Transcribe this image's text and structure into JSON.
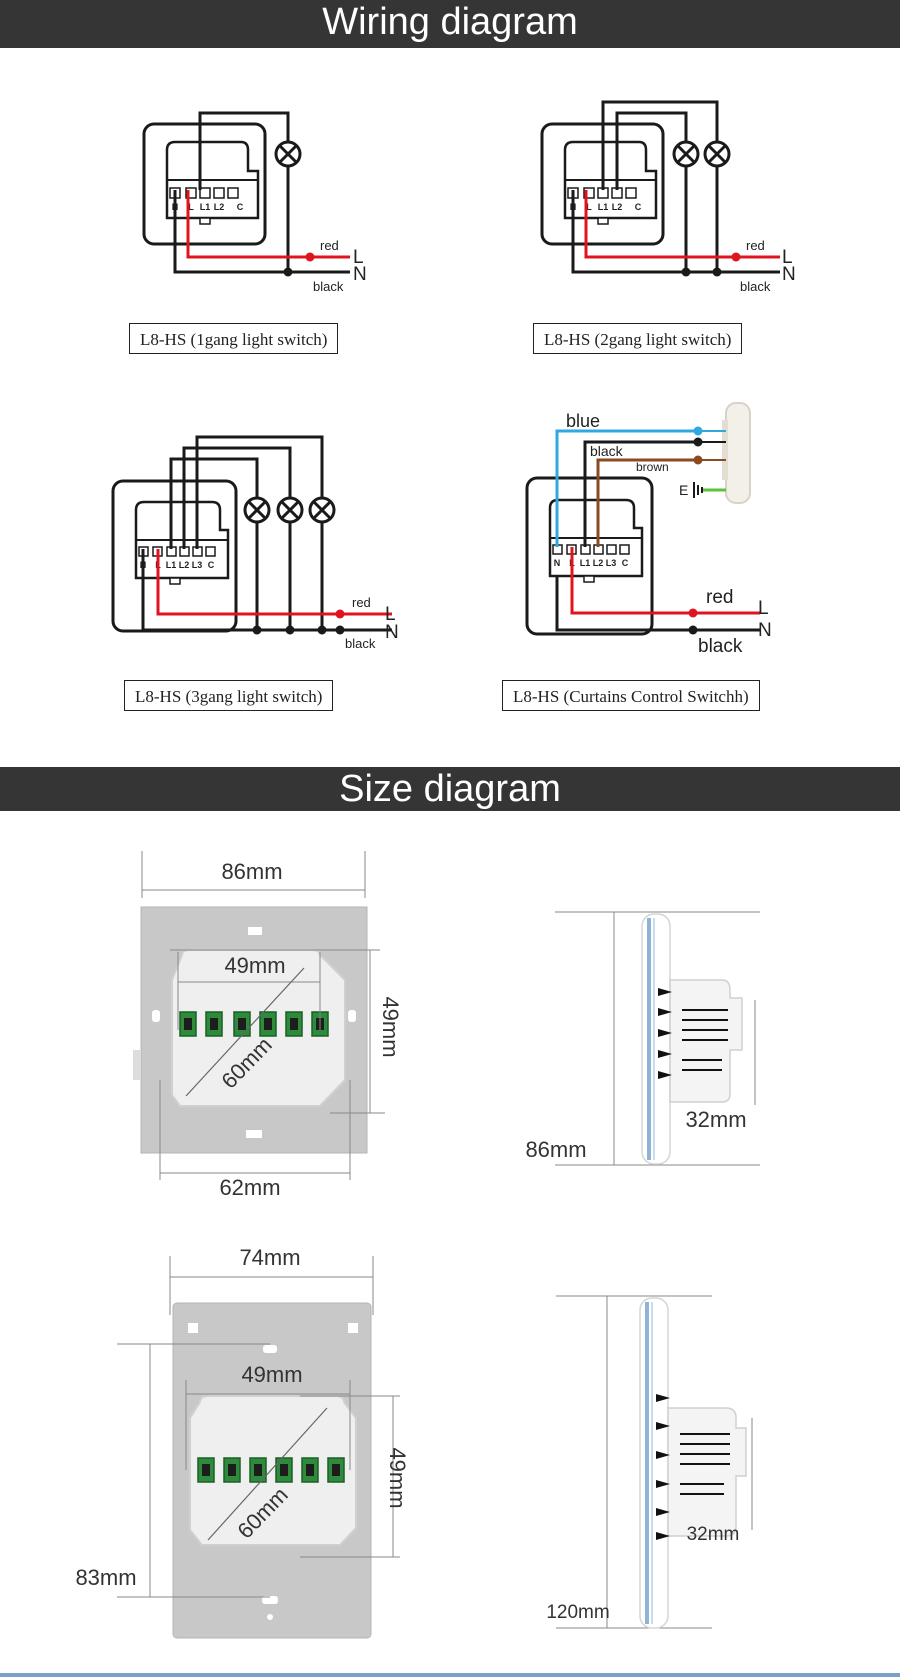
{
  "banners": {
    "wiring": "Wiring diagram",
    "size": "Size diagram"
  },
  "captions": {
    "c1": "L8-HS (1gang light switch)",
    "c2": "L8-HS (2gang light switch)",
    "c3": "L8-HS (3gang light switch)",
    "c4": "L8-HS (Curtains Control Switchh)"
  },
  "wire_labels": {
    "red": "red",
    "black": "black",
    "L": "L",
    "N": "N",
    "blue": "blue",
    "brown": "brown",
    "E": "E"
  },
  "terminals": {
    "set3": [
      "N",
      "L",
      "L1",
      "L2",
      "C"
    ],
    "set4": [
      "N",
      "L",
      "L1",
      "L2",
      "L3",
      "C"
    ]
  },
  "dimensions": {
    "d86_top": "86mm",
    "d49_h1": "49mm",
    "d49_v1": "49mm",
    "d60_1": "60mm",
    "d62": "62mm",
    "d86_side": "86mm",
    "d32_1": "32mm",
    "d74": "74mm",
    "d49_h2": "49mm",
    "d49_v2": "49mm",
    "d60_2": "60mm",
    "d83": "83mm",
    "d120": "120mm",
    "d32_2": "32mm"
  },
  "colors": {
    "banner": "#353535",
    "wire_red": "#e0141e",
    "wire_black": "#1a1a1a",
    "wire_blue": "#2fa8e0",
    "wire_brown": "#8b4a1f",
    "wire_green": "#5cc23a",
    "plate": "#c8c8c8",
    "glass_edge": "#8fb2d6"
  }
}
